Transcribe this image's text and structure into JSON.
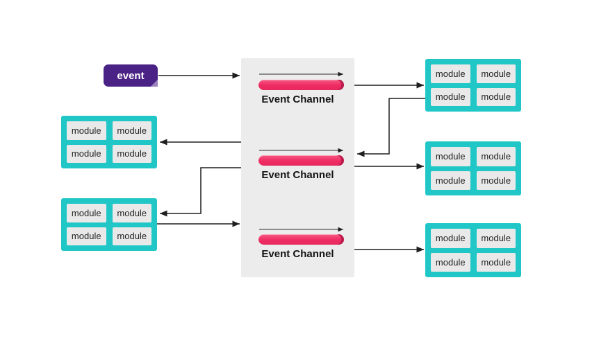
{
  "colors": {
    "accent_purple": "#4A2185",
    "accent_pink": "#EF2B63",
    "accent_cyan": "#21C7C7",
    "panel_gray": "#ECECEC",
    "cell_gray": "#E9E9E9",
    "arrow_black": "#1F1F1F"
  },
  "event": {
    "label": "event"
  },
  "channels": [
    {
      "label": "Event Channel"
    },
    {
      "label": "Event Channel"
    },
    {
      "label": "Event Channel"
    }
  ],
  "groups": [
    {
      "id": "left-top",
      "cells": [
        "module",
        "module",
        "module",
        "module"
      ]
    },
    {
      "id": "left-bottom",
      "cells": [
        "module",
        "module",
        "module",
        "module"
      ]
    },
    {
      "id": "right-top",
      "cells": [
        "module",
        "module",
        "module",
        "module"
      ]
    },
    {
      "id": "right-middle",
      "cells": [
        "module",
        "module",
        "module",
        "module"
      ]
    },
    {
      "id": "right-bottom",
      "cells": [
        "module",
        "module",
        "module",
        "module"
      ]
    }
  ]
}
